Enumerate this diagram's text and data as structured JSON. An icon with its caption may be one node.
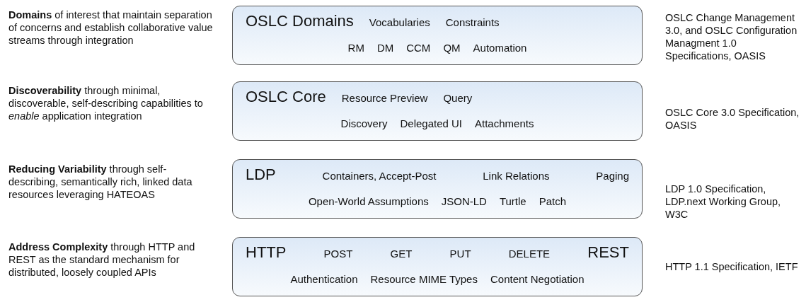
{
  "diagram": {
    "nodes": [
      {
        "text": [
          "OSLC Domains",
          "Vocabularies",
          "Constraints",
          "RM",
          "DM",
          "CCM",
          "QM",
          "Automation"
        ]
      },
      {
        "text": [
          "OSLC Core",
          "Resource Preview",
          "Query",
          "Discovery",
          "Delegated UI",
          "Attachments"
        ]
      },
      {
        "text": [
          "LDP",
          "Containers, Accept-Post",
          "Link Relations",
          "Paging",
          "Open-World Assumptions",
          "JSON-LD",
          "Turtle",
          "Patch"
        ]
      },
      {
        "text": [
          "HTTP",
          "POST",
          "GET",
          "PUT",
          "DELETE",
          "REST",
          "Authentication",
          "Resource MIME Types",
          "Content Negotiation"
        ]
      }
    ],
    "labels": [
      "**Domains** of interest that maintain separation of concerns and establish collaborative value streams through integration",
      "OSLC Change Management 3.0, and OSLC Configuration Managment 1.0 Specifications, OASIS",
      "**Discoverability** through minimal, discoverable, self-describing capabilities to *enable* application integration",
      "OSLC Core 3.0 Specification, OASIS",
      "**Reducing Variability** through self-describing, semantically rich, linked data resources leveraging HATEOAS",
      "LDP 1.0 Specification, LDP.next Working Group, W3C",
      "**Address Complexity** through HTTP and REST as the standard mechanism for distributed, loosely coupled APIs",
      "HTTP 1.1 Specification, IETF"
    ]
  }
}
